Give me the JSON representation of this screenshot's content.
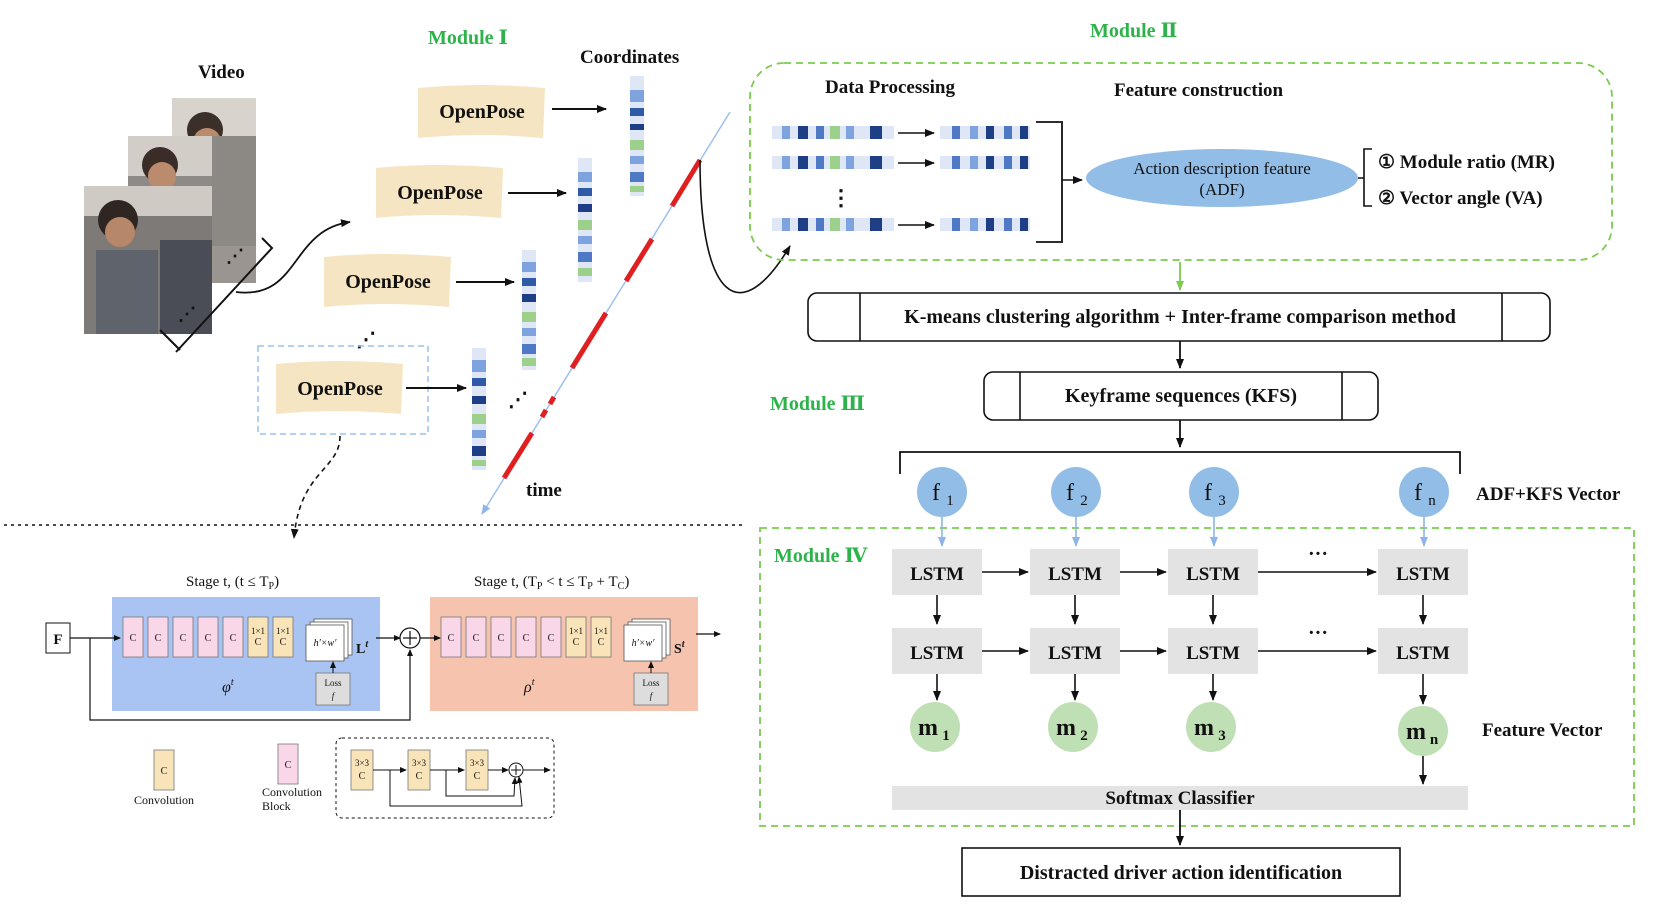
{
  "module1": {
    "title": "Module Ⅰ",
    "video_label": "Video",
    "coordinates_label": "Coordinates",
    "openpose_label": "OpenPose",
    "time_label": "time"
  },
  "module2": {
    "title": "Module Ⅱ",
    "data_processing": "Data Processing",
    "feature_construction": "Feature construction",
    "adf_line1": "Action description feature",
    "adf_line2": "(ADF)",
    "mr": "① Module ratio (MR)",
    "va": "② Vector angle (VA)"
  },
  "pipeline": {
    "kmeans": "K-means  clustering algorithm + Inter-frame comparison method",
    "kfs": "Keyframe sequences (KFS)",
    "module3": "Module Ⅲ",
    "adf_kfs_vector": "ADF+KFS Vector"
  },
  "module4": {
    "title": "Module Ⅳ",
    "lstm": "LSTM",
    "ellipsis": "···",
    "feature_vector": "Feature Vector",
    "softmax": "Softmax Classifier"
  },
  "output": {
    "label": "Distracted driver action identification"
  },
  "f_nodes": [
    {
      "base": "f",
      "sub": "1"
    },
    {
      "base": "f",
      "sub": "2"
    },
    {
      "base": "f",
      "sub": "3"
    },
    {
      "base": "f",
      "sub": "n"
    }
  ],
  "m_nodes": [
    {
      "base": "m",
      "sub": "1"
    },
    {
      "base": "m",
      "sub": "2"
    },
    {
      "base": "m",
      "sub": "3"
    },
    {
      "base": "m",
      "sub": "n"
    }
  ],
  "openpose_arch": {
    "F": "F",
    "stage1_title": "Stage t, (t ≤ T",
    "stage1_sub": "P",
    "stage2_title": "Stage t, (T",
    "stage2_a": "P",
    "stage2_b": " < t ≤ T",
    "stage2_c": "P",
    "stage2_d": " + T",
    "stage2_e": "C",
    "conv_c": "C",
    "one_by_one": "1×1",
    "three_by_three": "3×3",
    "hw": "h′×w′",
    "L": "L",
    "S": "S",
    "t_sup": "t",
    "phi": "φ",
    "rho": "ρ",
    "loss": "Loss",
    "fL": "f",
    "fS": "f",
    "legend_convolution": "Convolution",
    "legend_conv_block_1": "Convolution",
    "legend_conv_block_2": "Block"
  },
  "colors": {
    "module_green": "#2db34a",
    "openpose_fill": "#f6e5c2",
    "stage1_fill": "#a9c4f2",
    "stage2_fill": "#f6c4ae",
    "conv_fill": "#f8e4b8",
    "block_fill": "#f9d6e8",
    "node_blue": "#92bde6",
    "node_green": "#bfe0b5",
    "lstm_fill": "#e3e3e3",
    "red_dash": "#e02020"
  }
}
